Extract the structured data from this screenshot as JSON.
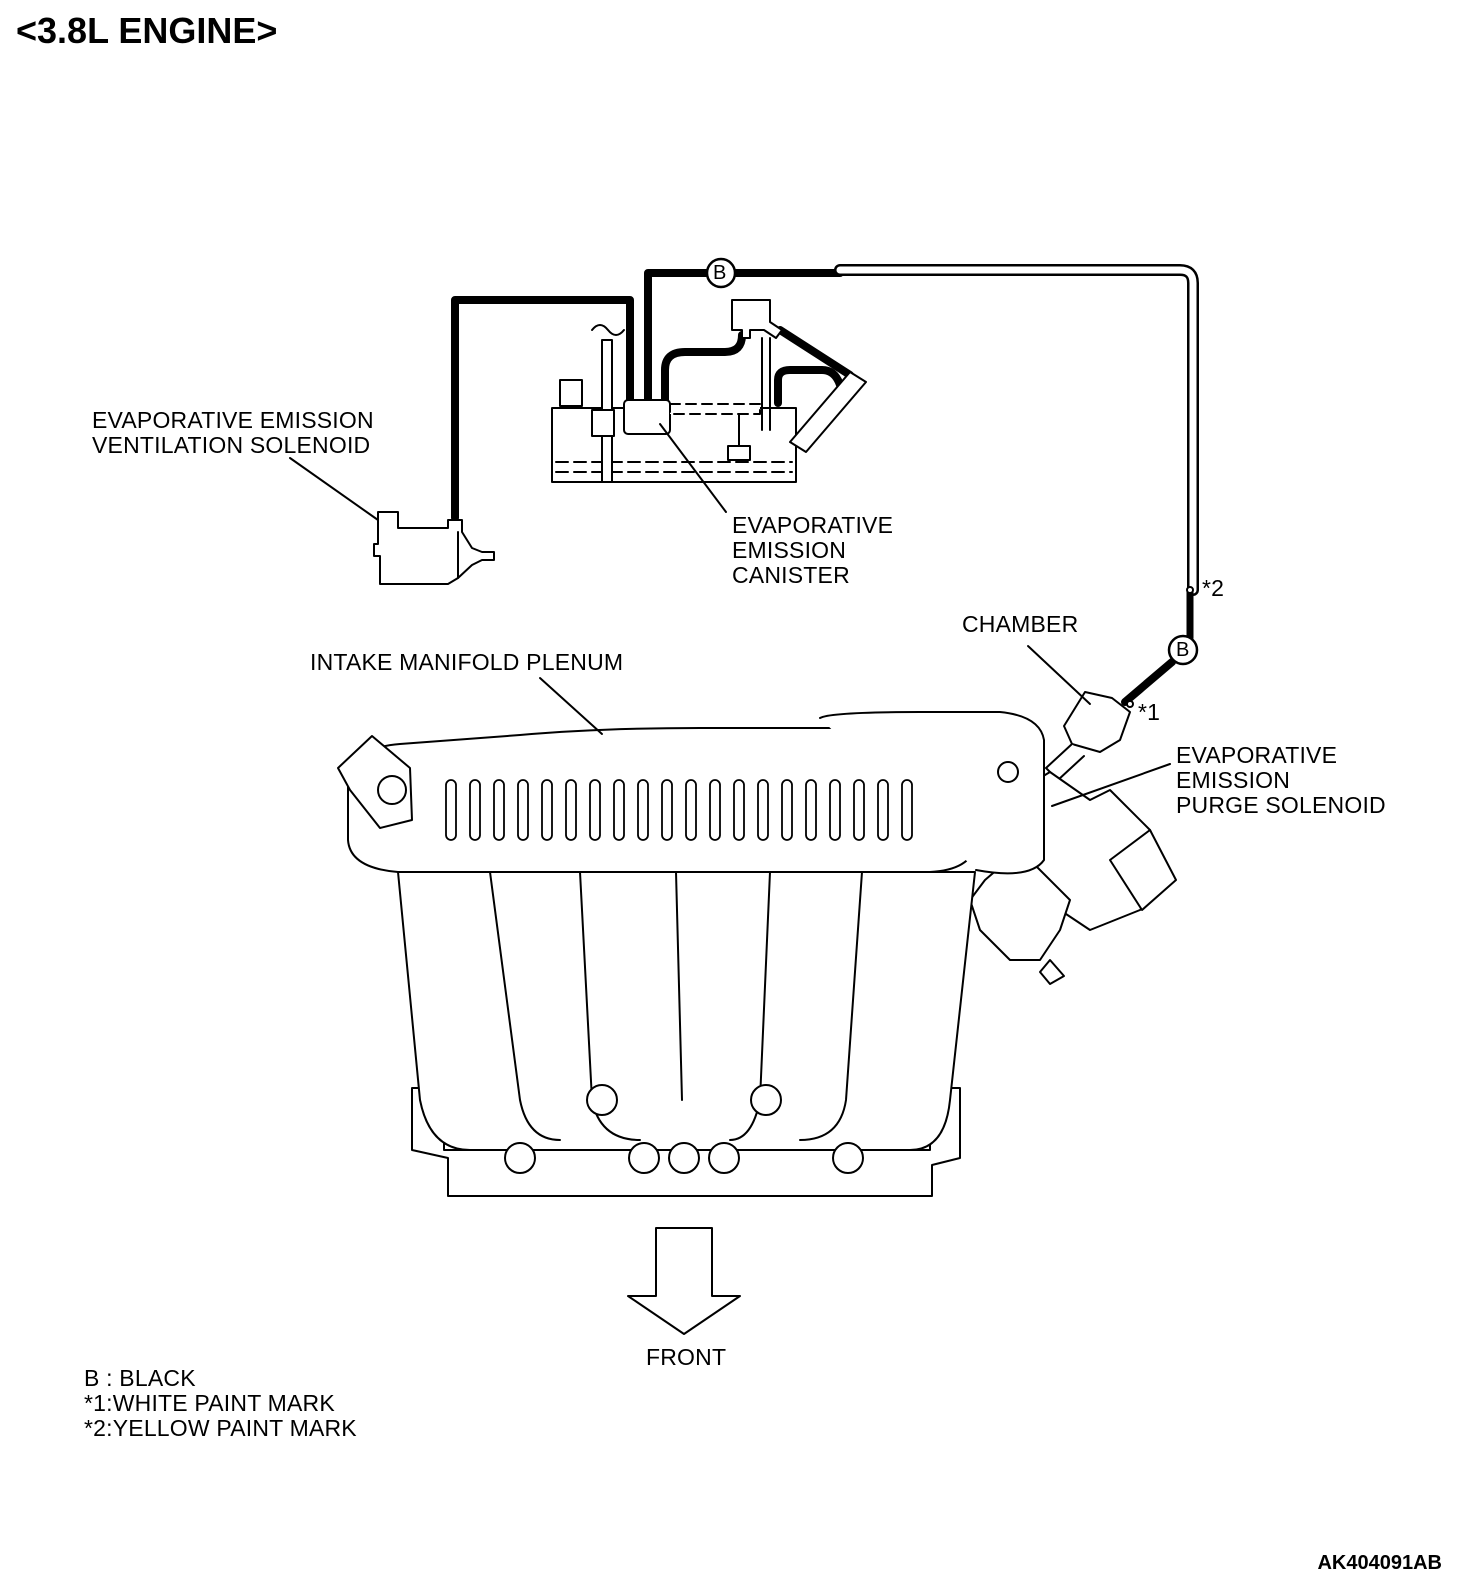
{
  "title": "<3.8L ENGINE>",
  "labels": {
    "ventilation_solenoid": [
      "EVAPORATIVE EMISSION",
      "VENTILATION SOLENOID"
    ],
    "canister": [
      "EVAPORATIVE",
      "EMISSION",
      "CANISTER"
    ],
    "chamber": "CHAMBER",
    "plenum": "INTAKE MANIFOLD PLENUM",
    "purge_solenoid": [
      "EVAPORATIVE",
      "EMISSION",
      "PURGE SOLENOID"
    ],
    "front": "FRONT",
    "mark1": "*1",
    "mark2": "*2",
    "hose_color_top": "B",
    "hose_color_right": "B"
  },
  "legend": [
    "B : BLACK",
    "*1:WHITE PAINT MARK",
    "*2:YELLOW PAINT MARK"
  ],
  "figure_code": "AK404091AB"
}
